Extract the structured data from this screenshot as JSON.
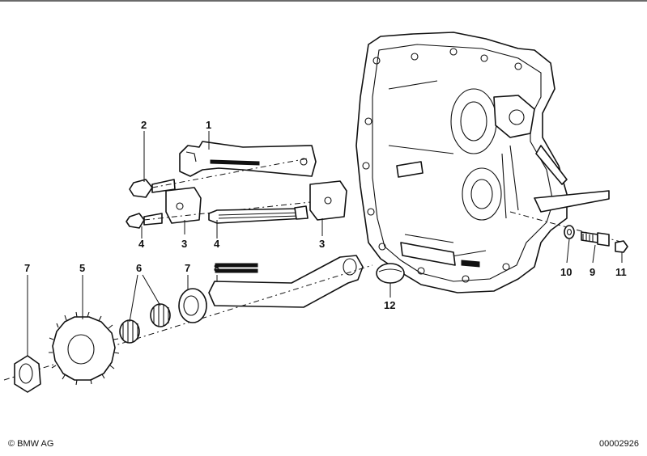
{
  "diagram": {
    "callouts": [
      {
        "id": "c1",
        "label": "1"
      },
      {
        "id": "c2",
        "label": "2"
      },
      {
        "id": "c3a",
        "label": "3"
      },
      {
        "id": "c3b",
        "label": "3"
      },
      {
        "id": "c4a",
        "label": "4"
      },
      {
        "id": "c4b",
        "label": "4"
      },
      {
        "id": "c5",
        "label": "5"
      },
      {
        "id": "c6",
        "label": "6"
      },
      {
        "id": "c7a",
        "label": "7"
      },
      {
        "id": "c7b",
        "label": "7"
      },
      {
        "id": "c8",
        "label": "8"
      },
      {
        "id": "c9",
        "label": "9"
      },
      {
        "id": "c10",
        "label": "10"
      },
      {
        "id": "c11",
        "label": "11"
      },
      {
        "id": "c12",
        "label": "12"
      }
    ]
  },
  "footer": {
    "copyright": "© BMW AG",
    "doc_number": "00002926"
  }
}
